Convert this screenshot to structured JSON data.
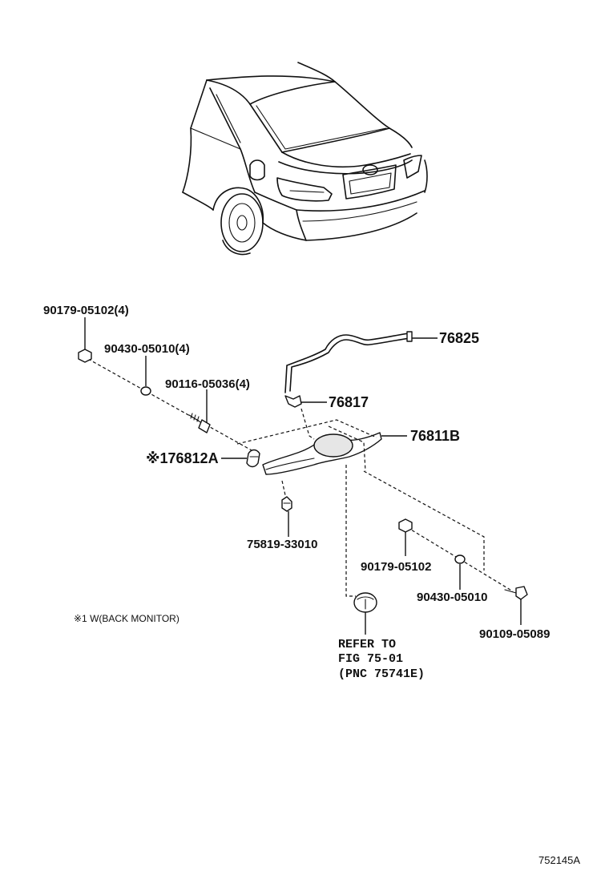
{
  "labels": {
    "p90179_05102_4": "90179-05102(4)",
    "p90430_05010_4": "90430-05010(4)",
    "p90116_05036_4": "90116-05036(4)",
    "p76825": "76825",
    "p76817": "76817",
    "p76811B": "76811B",
    "p76812A": "※176812A",
    "p75819_33010": "75819-33010",
    "p90179_05102": "90179-05102",
    "p90430_05010": "90430-05010",
    "p90109_05089": "90109-05089"
  },
  "refer": {
    "line1": "REFER TO",
    "line2": "FIG 75-01",
    "line3": "(PNC 75741E)"
  },
  "footnote": "※1 W(BACK MONITOR)",
  "figure_id": "752145A"
}
